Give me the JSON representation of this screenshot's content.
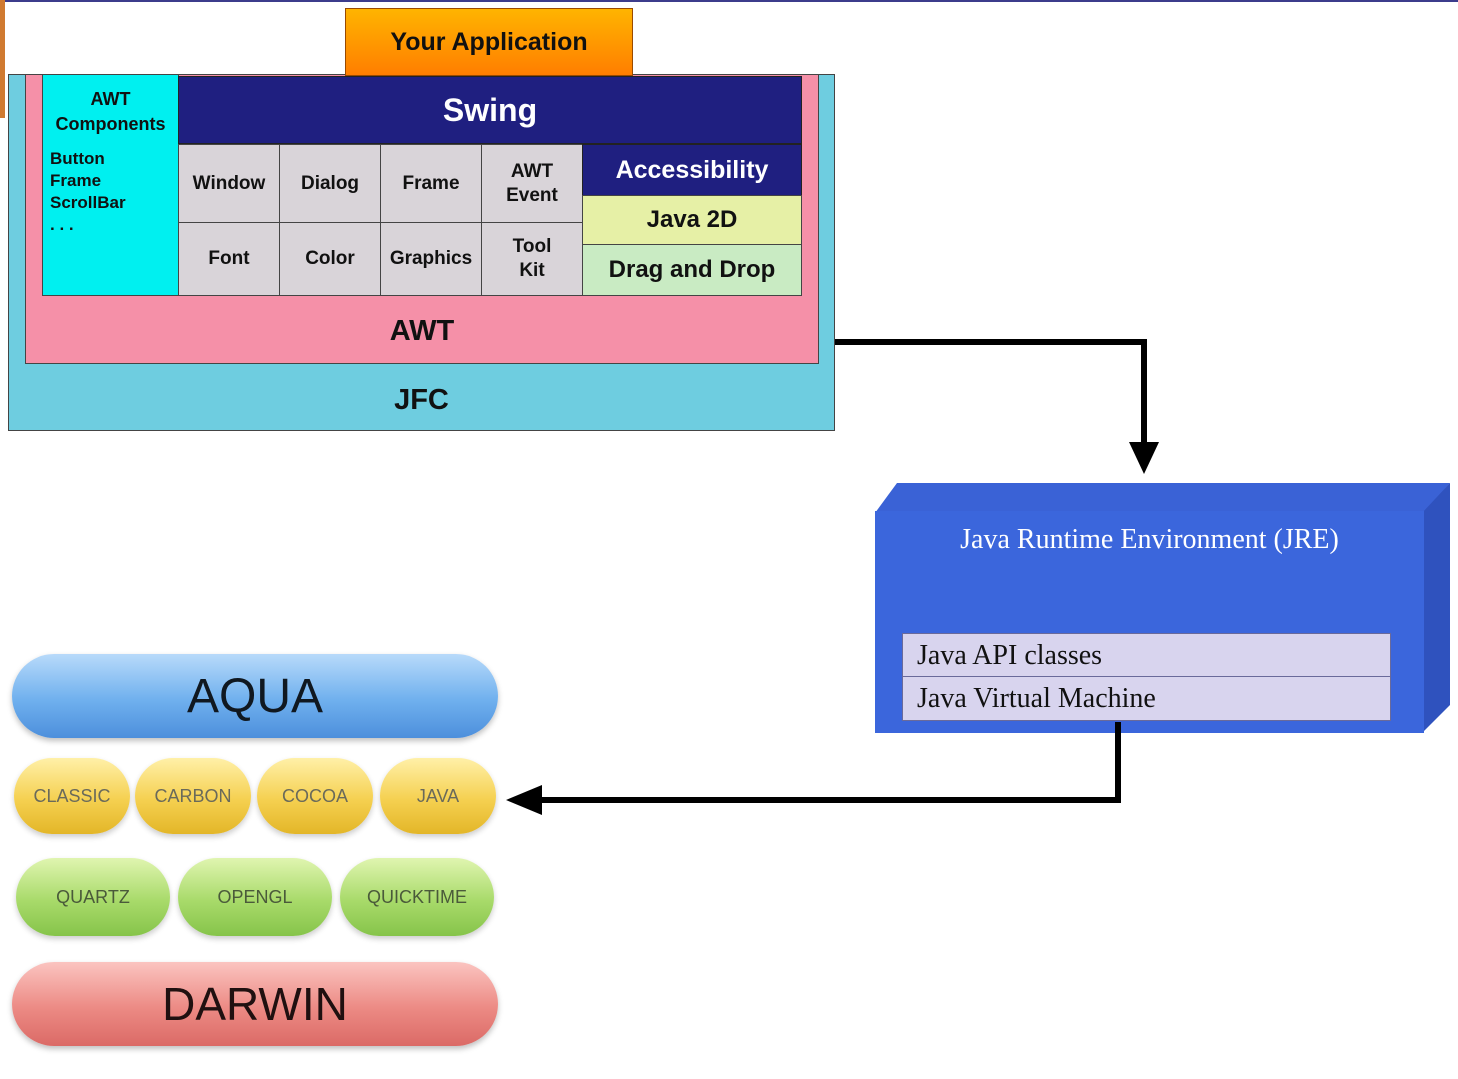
{
  "jfc_diagram": {
    "app": "Your Application",
    "jfc": "JFC",
    "awt": "AWT",
    "swing": "Swing",
    "awt_components": {
      "title_line1": "AWT",
      "title_line2": "Components",
      "items": [
        "Button",
        "Frame",
        "ScrollBar",
        ". . ."
      ]
    },
    "cells": {
      "window": "Window",
      "dialog": "Dialog",
      "frame": "Frame",
      "awt_event_line1": "AWT",
      "awt_event_line2": "Event",
      "font": "Font",
      "color": "Color",
      "graphics": "Graphics",
      "toolkit_line1": "Tool",
      "toolkit_line2": "Kit"
    },
    "accessibility": "Accessibility",
    "java2d": "Java 2D",
    "drag_and_drop": "Drag and Drop"
  },
  "jre": {
    "title": "Java Runtime Environment (JRE)",
    "api_classes": "Java API classes",
    "jvm": "Java Virtual Machine"
  },
  "macos_stack": {
    "aqua": "AQUA",
    "classic": "CLASSIC",
    "carbon": "CARBON",
    "cocoa": "COCOA",
    "java": "JAVA",
    "quartz": "QUARTZ",
    "opengl": "OPENGL",
    "quicktime": "QUICKTIME",
    "darwin": "DARWIN"
  }
}
